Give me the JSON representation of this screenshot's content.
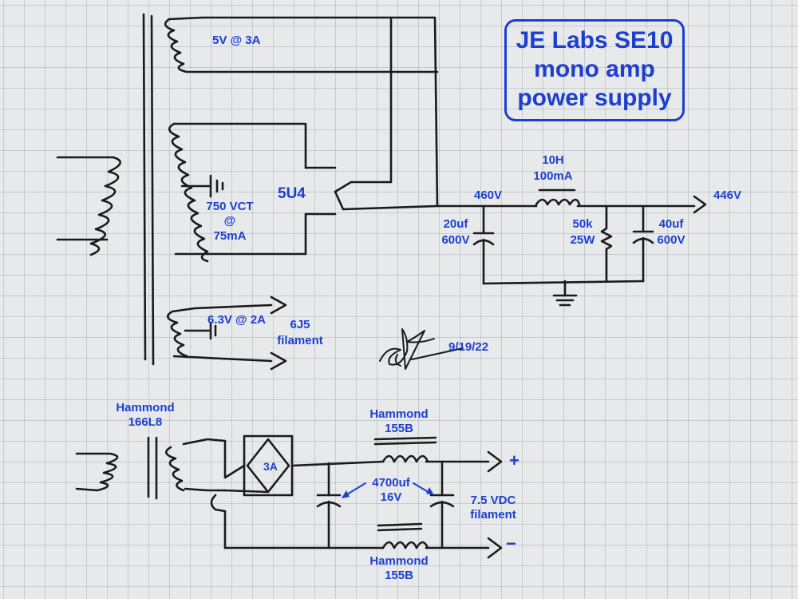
{
  "title": {
    "line1": "JE Labs SE10",
    "line2": "mono amp",
    "line3": "power supply"
  },
  "main_supply": {
    "winding_5v": "5V @ 3A",
    "hv_winding_line1": "750 VCT",
    "hv_winding_line2": "@",
    "hv_winding_line3": "75mA",
    "rectifier": "5U4",
    "node_460": "460V",
    "cap1_value": "20uf",
    "cap1_voltage": "600V",
    "choke_value": "10H",
    "choke_current": "100mA",
    "resistor_value": "50k",
    "resistor_power": "25W",
    "cap2_value": "40uf",
    "cap2_voltage": "600V",
    "output": "446V",
    "heater_winding": "6.3V @ 2A",
    "heater_load_line1": "6J5",
    "heater_load_line2": "filament"
  },
  "signature_date": "9/19/22",
  "filament_supply": {
    "transformer_line1": "Hammond",
    "transformer_line2": "166L8",
    "bridge_rating": "3A",
    "choke_top_line1": "Hammond",
    "choke_top_line2": "155B",
    "caps_line1": "4700uf",
    "caps_line2": "16V",
    "output_line1": "7.5 VDC",
    "output_line2": "filament",
    "plus": "+",
    "minus": "−",
    "choke_bottom_line1": "Hammond",
    "choke_bottom_line2": "155B"
  },
  "colors": {
    "ink": "#1a1a1a",
    "annotation": "#1d3fd0",
    "paper": "#e7e9ea"
  }
}
